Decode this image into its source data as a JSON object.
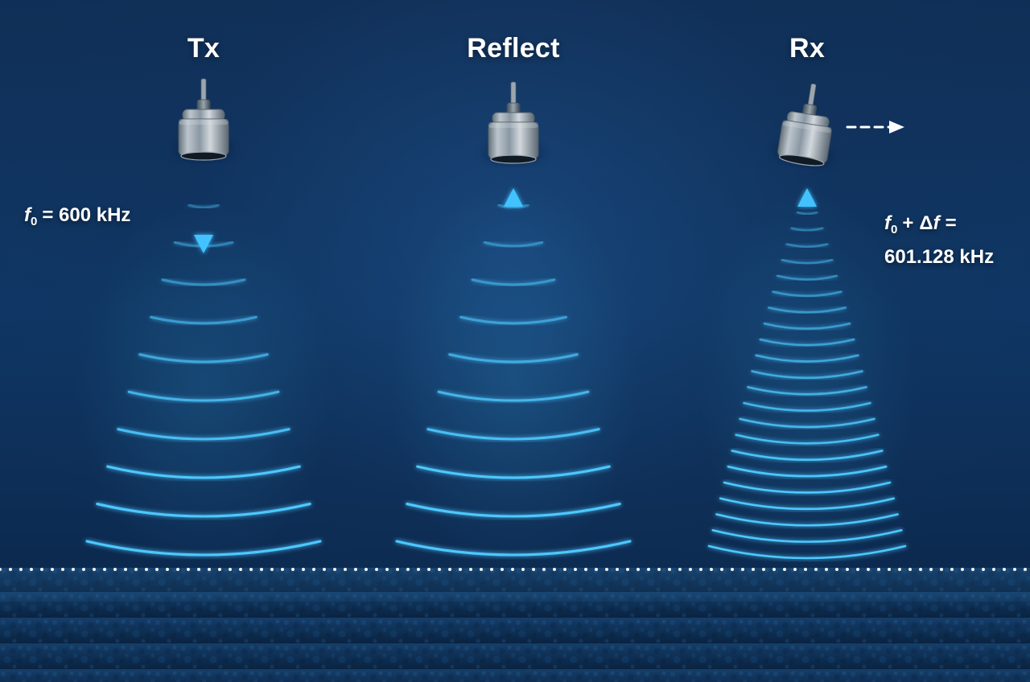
{
  "panels": [
    {
      "id": "tx",
      "title": "Tx"
    },
    {
      "id": "reflect",
      "title": "Reflect"
    },
    {
      "id": "rx",
      "title": "Rx"
    }
  ],
  "labels": {
    "tx_frequency": {
      "symbol": "f",
      "subscript": "0",
      "expression": "= 600 kHz"
    },
    "rx_frequency": {
      "symbol": "f",
      "subscript": "0",
      "plus": "+",
      "delta": "Δ",
      "delta_symbol": "f",
      "equals": "=",
      "value": "601.128 kHz"
    }
  },
  "colors": {
    "background_top": "#102f57",
    "background_bottom": "#0a213f",
    "wavefront": "#4ec8ff",
    "arrow": "#42c3ff",
    "label_text": "#ffffff",
    "seabed_dots": "#ffffff"
  },
  "icons": {
    "transducer": "cylindrical-transducer-icon",
    "motion": "dashed-right-arrow-icon",
    "propagation": "solid-arrow-icon"
  }
}
